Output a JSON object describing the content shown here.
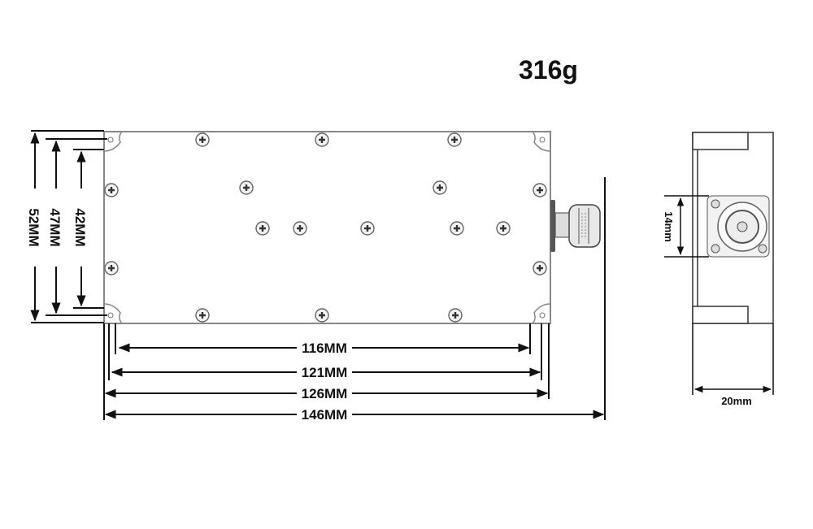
{
  "title": {
    "weight": "316g"
  },
  "front_view": {
    "height_dims": [
      {
        "label": "52MM"
      },
      {
        "label": "47MM"
      },
      {
        "label": "42MM"
      }
    ],
    "width_dims": [
      {
        "label": "116MM"
      },
      {
        "label": "121MM"
      },
      {
        "label": "126MM"
      },
      {
        "label": "146MM"
      }
    ]
  },
  "side_view": {
    "connector_dim": "14mm",
    "thickness_dim": "20mm"
  },
  "colors": {
    "line": "#111111",
    "outline": "#777777",
    "screw": "#444444"
  }
}
